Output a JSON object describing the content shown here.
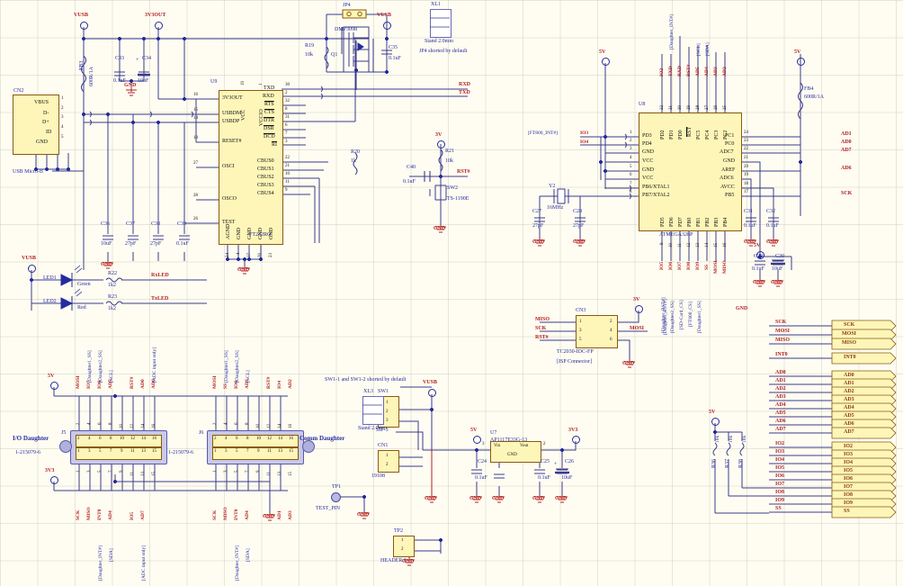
{
  "sheet": {
    "notes": [
      {
        "id": "note-jp4",
        "text": "JP4 shorted by default"
      },
      {
        "id": "note-sw1",
        "text": "SW1-1 and SW1-2 shorted by default"
      }
    ],
    "ground_label": "GND"
  },
  "power_rails": {
    "vusb": "VUSB",
    "v3v3out": "3V3OUT",
    "v5v": "5V",
    "v3v3": "3V3",
    "v3v": "3V"
  },
  "components": {
    "cn2": {
      "ref": "CN2",
      "footprint": "USB Micro-B",
      "pins": [
        {
          "num": "1",
          "name": "VBUS"
        },
        {
          "num": "2",
          "name": "D-"
        },
        {
          "num": "3",
          "name": "D+"
        },
        {
          "num": "4",
          "name": "ID"
        },
        {
          "num": "5",
          "name": "GND"
        }
      ]
    },
    "u9": {
      "ref": "U9",
      "part": "FT232RQ",
      "left_pins": [
        {
          "num": "16",
          "name": "3V3OUT"
        },
        {
          "num": "15",
          "name": "USBDM"
        },
        {
          "num": "14",
          "name": "USBDP"
        },
        {
          "num": "18",
          "name": "RESET#"
        },
        {
          "num": "27",
          "name": "OSCI"
        },
        {
          "num": "28",
          "name": "OSCO"
        },
        {
          "num": "26",
          "name": "TEST"
        }
      ],
      "right_pins": [
        {
          "num": "30",
          "name": "TXD"
        },
        {
          "num": "2",
          "name": "RXD"
        },
        {
          "num": "32",
          "name": "RTS"
        },
        {
          "num": "8",
          "name": "CTS"
        },
        {
          "num": "31",
          "name": "DTR"
        },
        {
          "num": "6",
          "name": "DSR"
        },
        {
          "num": "7",
          "name": "DCD"
        },
        {
          "num": "3",
          "name": "RI"
        },
        {
          "num": "22",
          "name": "CBUS0"
        },
        {
          "num": "21",
          "name": "CBUS1"
        },
        {
          "num": "10",
          "name": "CBUS2"
        },
        {
          "num": "11",
          "name": "CBUS3"
        },
        {
          "num": "9",
          "name": "CBUS4"
        }
      ],
      "top_pins": [
        {
          "num": "19",
          "name": "VCC"
        },
        {
          "num": "1",
          "name": "VCCIO"
        }
      ],
      "bottom_pins": [
        {
          "num": "24",
          "name": "AGND"
        },
        {
          "num": "4",
          "name": "GND"
        },
        {
          "num": "17",
          "name": "GND"
        },
        {
          "num": "20",
          "name": "GND"
        },
        {
          "num": "23",
          "name": "GND"
        }
      ]
    },
    "u8": {
      "ref": "U8",
      "part": "ATMEGA328P",
      "left_pins": [
        {
          "num": "1",
          "name": "PD3"
        },
        {
          "num": "2",
          "name": "PD4"
        },
        {
          "num": "3",
          "name": "GND"
        },
        {
          "num": "4",
          "name": "VCC"
        },
        {
          "num": "5",
          "name": "GND"
        },
        {
          "num": "6",
          "name": "VCC"
        },
        {
          "num": "7",
          "name": "PB6/XTAL1"
        },
        {
          "num": "8",
          "name": "PB7/XTAL2"
        }
      ],
      "right_pins": [
        {
          "num": "24",
          "name": "PC1"
        },
        {
          "num": "23",
          "name": "PC0"
        },
        {
          "num": "22",
          "name": "ADC7"
        },
        {
          "num": "21",
          "name": "GND"
        },
        {
          "num": "20",
          "name": "AREF"
        },
        {
          "num": "19",
          "name": "ADC6"
        },
        {
          "num": "18",
          "name": "AVCC"
        },
        {
          "num": "17",
          "name": "PB5"
        }
      ],
      "top_pins": [
        {
          "num": "32",
          "name": "PD2"
        },
        {
          "num": "31",
          "name": "PD1"
        },
        {
          "num": "30",
          "name": "PD0"
        },
        {
          "num": "29",
          "name": "RST"
        },
        {
          "num": "28",
          "name": "PC5"
        },
        {
          "num": "27",
          "name": "PC4"
        },
        {
          "num": "26",
          "name": "PC3"
        },
        {
          "num": "25",
          "name": "PC2"
        }
      ],
      "bottom_pins": [
        {
          "num": "9",
          "name": "PD5"
        },
        {
          "num": "10",
          "name": "PD6"
        },
        {
          "num": "11",
          "name": "PD7"
        },
        {
          "num": "12",
          "name": "PB0"
        },
        {
          "num": "13",
          "name": "PB1"
        },
        {
          "num": "14",
          "name": "PB2"
        },
        {
          "num": "15",
          "name": "PB3"
        },
        {
          "num": "16",
          "name": "PB4"
        }
      ]
    },
    "u7": {
      "ref": "U7",
      "part": "AP1117E33G-13",
      "pins": [
        {
          "num": "3",
          "name": "Vin"
        },
        {
          "num": "2",
          "name": "Vout"
        },
        {
          "num": "",
          "name": "GND"
        }
      ]
    },
    "cn3": {
      "ref": "CN3",
      "part": "TC2030-IDC-FP",
      "note": "[ISP Connector]",
      "pins": [
        "1",
        "2",
        "3",
        "4",
        "5",
        "6"
      ]
    },
    "q1": {
      "ref": "Q1",
      "part": "DMP3098"
    },
    "y2": {
      "ref": "Y2",
      "value": "16MHz"
    },
    "jp4": {
      "ref": "JP4"
    },
    "xl1": {
      "ref": "XL1",
      "value": "Stand 2.0mm"
    },
    "xl3": {
      "ref": "XL3",
      "value": "Stand 2.0mm"
    },
    "sw1": {
      "ref": "SW1",
      "part": "SIP-3",
      "pins": [
        "1",
        "2",
        "3"
      ]
    },
    "sw2": {
      "ref": "SW2",
      "part": "TS-1190E"
    },
    "cn1": {
      "ref": "CN1",
      "part": "19108",
      "pins": [
        "1",
        "2"
      ]
    },
    "tp1": {
      "ref": "TP1",
      "label": "TEST_PIN"
    },
    "tp2": {
      "ref": "TP2",
      "part": "HEADER 1",
      "pins": [
        "1",
        "2"
      ]
    },
    "j5": {
      "ref": "J5",
      "part": "1-215079-6",
      "title": "I/O Daughter"
    },
    "j6": {
      "ref": "J6",
      "part": "1-215079-6",
      "title": "Comm Daughter"
    }
  },
  "passives": [
    {
      "ref": "FB3",
      "value": "600R/1A"
    },
    {
      "ref": "FB4",
      "value": "600R/1A"
    },
    {
      "ref": "C33",
      "value": "0.1uF"
    },
    {
      "ref": "C34",
      "value": "10uF"
    },
    {
      "ref": "C35",
      "value": "0.1uF"
    },
    {
      "ref": "C36",
      "value": "10uF"
    },
    {
      "ref": "C37",
      "value": "27pF"
    },
    {
      "ref": "C38",
      "value": "27pF"
    },
    {
      "ref": "C39",
      "value": "0.1uF"
    },
    {
      "ref": "C40",
      "value": "0.1uF"
    },
    {
      "ref": "C27",
      "value": "27pF"
    },
    {
      "ref": "C28",
      "value": "27pF"
    },
    {
      "ref": "C31",
      "value": "0.1uF"
    },
    {
      "ref": "C32",
      "value": "0.1uF"
    },
    {
      "ref": "C29",
      "value": "0.1uF"
    },
    {
      "ref": "C30",
      "value": "10uF"
    },
    {
      "ref": "C24",
      "value": "0.1uF"
    },
    {
      "ref": "C25",
      "value": "0.1uF"
    },
    {
      "ref": "C26",
      "value": "10uF"
    },
    {
      "ref": "R19",
      "value": "10k"
    },
    {
      "ref": "R20",
      "value": "1k"
    },
    {
      "ref": "R21",
      "value": "10k"
    },
    {
      "ref": "R22",
      "value": "1k2"
    },
    {
      "ref": "R23",
      "value": "1k2"
    },
    {
      "ref": "R36",
      "value": "10k"
    },
    {
      "ref": "R37",
      "value": "10k"
    },
    {
      "ref": "R38",
      "value": "10k"
    }
  ],
  "leds": [
    {
      "ref": "LED1",
      "color_name": "Green",
      "net": "RxLED",
      "resistor": "R22"
    },
    {
      "ref": "LED2",
      "color_name": "Red",
      "net": "TxLED",
      "resistor": "R23"
    }
  ],
  "nets": {
    "serial": [
      "RXD",
      "TXD"
    ],
    "reset": "RST#",
    "spi": [
      "SCK",
      "MOSI",
      "MISO"
    ],
    "ft800": "[FT800_INT#]",
    "daughter_int": "[Daughter_INT#]"
  },
  "atmega_top_nets": [
    {
      "name": "IO2",
      "bracket": "",
      "pin": "32"
    },
    {
      "name": "TXD",
      "bracket": "[Daughter_INT#]",
      "pin": "31"
    },
    {
      "name": "RXD",
      "bracket": "",
      "pin": "30"
    },
    {
      "name": "RST#",
      "bracket": "",
      "pin": "29"
    },
    {
      "name": "AD5",
      "bracket": "[SCL]",
      "pin": "28"
    },
    {
      "name": "AD4",
      "bracket": "[SDA]",
      "pin": "27"
    },
    {
      "name": "AD3",
      "bracket": "",
      "pin": "26"
    },
    {
      "name": "AD2",
      "bracket": "",
      "pin": "25"
    }
  ],
  "atmega_bottom_nets": [
    {
      "name": "IO5",
      "bracket": "[Daughter_RST#]",
      "pin": "9"
    },
    {
      "name": "IO6",
      "bracket": "[Daughter2_SS]",
      "pin": "10"
    },
    {
      "name": "IO7",
      "bracket": "[SD-Card_CS]",
      "pin": "11"
    },
    {
      "name": "IO8",
      "bracket": "[FT800_CS]",
      "pin": "12"
    },
    {
      "name": "IO9",
      "bracket": "[Daughter1_SS]",
      "pin": "13"
    },
    {
      "name": "SS",
      "bracket": "",
      "pin": "14"
    },
    {
      "name": "MOSI",
      "bracket": "",
      "pin": "15"
    },
    {
      "name": "MISO",
      "bracket": "",
      "pin": "16"
    }
  ],
  "atmega_left_nets": [
    {
      "name": "IO3",
      "bracket": "[FT800_INT#]"
    },
    {
      "name": "IO4",
      "bracket": ""
    }
  ],
  "atmega_right_nets": [
    "AD1",
    "AD0",
    "AD7",
    "AD6",
    "SCK"
  ],
  "j5_top_nets": [
    {
      "name": "MOSI",
      "bracket": "",
      "pin": "2"
    },
    {
      "name": "IO7",
      "bracket": "[Daughter1_SS]",
      "pin": "4"
    },
    {
      "name": "IO6",
      "bracket": "[Daughter2_SS]",
      "pin": "6"
    },
    {
      "name": "AD5",
      "bracket": "[SCL]",
      "pin": "8"
    },
    {
      "name": "",
      "bracket": "",
      "pin": "10"
    },
    {
      "name": "RST#",
      "bracket": "",
      "pin": "12"
    },
    {
      "name": "AD0",
      "bracket": "",
      "pin": "14"
    },
    {
      "name": "AD6",
      "bracket": "[ADC input only]",
      "pin": "16"
    }
  ],
  "j5_bottom_nets": [
    {
      "name": "SCK",
      "bracket": "",
      "pin": "1"
    },
    {
      "name": "MISO",
      "bracket": "",
      "pin": "3"
    },
    {
      "name": "INT0",
      "bracket": "[Daughter_INT#]",
      "pin": "5"
    },
    {
      "name": "AD4",
      "bracket": "[SDA]",
      "pin": "7"
    },
    {
      "name": "",
      "bracket": "",
      "pin": "9"
    },
    {
      "name": "IO5",
      "bracket": "",
      "pin": "11"
    },
    {
      "name": "AD7",
      "bracket": "[ADC input only]",
      "pin": "13"
    },
    {
      "name": "",
      "bracket": "",
      "pin": "15"
    }
  ],
  "j6_top_nets": [
    {
      "name": "MOSI",
      "bracket": "",
      "pin": "2"
    },
    {
      "name": "SS",
      "bracket": "[Daughter1_SS]",
      "pin": "4"
    },
    {
      "name": "IO6",
      "bracket": "[Daughter2_SS]",
      "pin": "6"
    },
    {
      "name": "AD5",
      "bracket": "[SCL]",
      "pin": "8"
    },
    {
      "name": "",
      "bracket": "",
      "pin": "10"
    },
    {
      "name": "RST#",
      "bracket": "",
      "pin": "12"
    },
    {
      "name": "IO4",
      "bracket": "",
      "pin": "14"
    },
    {
      "name": "AD2",
      "bracket": "",
      "pin": "16"
    }
  ],
  "j6_bottom_nets": [
    {
      "name": "SCK",
      "bracket": "",
      "pin": "1"
    },
    {
      "name": "MISO",
      "bracket": "",
      "pin": "3"
    },
    {
      "name": "INT0",
      "bracket": "[Daughter_INT#]",
      "pin": "5"
    },
    {
      "name": "AD4",
      "bracket": "[SDA]",
      "pin": "7"
    },
    {
      "name": "",
      "bracket": "",
      "pin": "9"
    },
    {
      "name": "",
      "bracket": "",
      "pin": "11"
    },
    {
      "name": "AD1",
      "bracket": "",
      "pin": "13"
    },
    {
      "name": "AD3",
      "bracket": "",
      "pin": "15"
    }
  ],
  "port_groups": [
    {
      "group": "spi",
      "items": [
        "SCK",
        "MOSI",
        "MISO"
      ]
    },
    {
      "group": "int",
      "items": [
        "INT0"
      ]
    },
    {
      "group": "analog",
      "items": [
        "AD0",
        "AD1",
        "AD2",
        "AD3",
        "AD4",
        "AD5",
        "AD6",
        "AD7"
      ]
    },
    {
      "group": "digital",
      "items": [
        "IO2",
        "IO3",
        "IO4",
        "IO5",
        "IO6",
        "IO7",
        "IO8",
        "IO9",
        "SS"
      ]
    }
  ],
  "cn3_left_nets": [
    "MISO",
    "SCK",
    "RST#"
  ],
  "cn3_right_nets": [
    "MOSI"
  ],
  "pullup_resistors": [
    "R36",
    "R37",
    "R38"
  ],
  "pullup_value": "10k",
  "colors": {
    "wire": "#3a3a8c",
    "body": "#fdf6b8",
    "body_border": "#8a5a10",
    "text_blue": "#242ba0",
    "text_red": "#b32020",
    "gnd": "#b32020"
  }
}
